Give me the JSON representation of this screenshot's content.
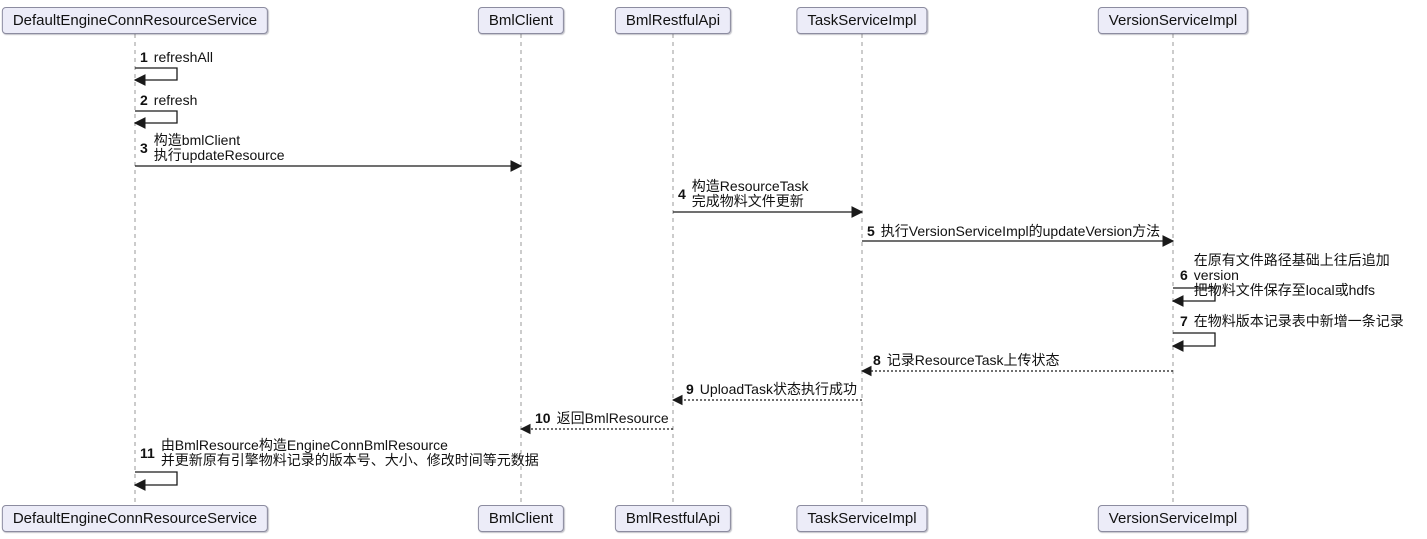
{
  "diagram": {
    "type": "sequence",
    "participants": [
      {
        "name": "DefaultEngineConnResourceService"
      },
      {
        "name": "BmlClient"
      },
      {
        "name": "BmlRestfulApi"
      },
      {
        "name": "TaskServiceImpl"
      },
      {
        "name": "VersionServiceImpl"
      }
    ],
    "messages": [
      {
        "num": "1",
        "text": "refreshAll",
        "from": "DefaultEngineConnResourceService",
        "to": "DefaultEngineConnResourceService",
        "line": "solid-self"
      },
      {
        "num": "2",
        "text": "refresh",
        "from": "DefaultEngineConnResourceService",
        "to": "DefaultEngineConnResourceService",
        "line": "solid-self"
      },
      {
        "num": "3",
        "text": "构造bmlClient\n执行updateResource",
        "from": "DefaultEngineConnResourceService",
        "to": "BmlClient",
        "line": "solid"
      },
      {
        "num": "4",
        "text": "构造ResourceTask\n完成物料文件更新",
        "from": "BmlRestfulApi",
        "to": "TaskServiceImpl",
        "line": "solid"
      },
      {
        "num": "5",
        "text": "执行VersionServiceImpl的updateVersion方法",
        "from": "TaskServiceImpl",
        "to": "VersionServiceImpl",
        "line": "solid"
      },
      {
        "num": "6",
        "text": "在原有文件路径基础上往后追加version\n把物料文件保存至local或hdfs",
        "from": "VersionServiceImpl",
        "to": "VersionServiceImpl",
        "line": "solid-self"
      },
      {
        "num": "7",
        "text": "在物料版本记录表中新增一条记录",
        "from": "VersionServiceImpl",
        "to": "VersionServiceImpl",
        "line": "solid-self"
      },
      {
        "num": "8",
        "text": "记录ResourceTask上传状态",
        "from": "VersionServiceImpl",
        "to": "TaskServiceImpl",
        "line": "dotted"
      },
      {
        "num": "9",
        "text": "UploadTask状态执行成功",
        "from": "TaskServiceImpl",
        "to": "BmlRestfulApi",
        "line": "dotted"
      },
      {
        "num": "10",
        "text": "返回BmlResource",
        "from": "BmlRestfulApi",
        "to": "BmlClient",
        "line": "dotted"
      },
      {
        "num": "11",
        "text": "由BmlResource构造EngineConnBmlResource\n并更新原有引擎物料记录的版本号、大小、修改时间等元数据",
        "from": "DefaultEngineConnResourceService",
        "to": "DefaultEngineConnResourceService",
        "line": "solid-self"
      }
    ],
    "colors": {
      "participant_fill": "#ECECF8",
      "participant_border": "#8C8CA0",
      "lifeline": "#999999",
      "arrow": "#1A1A1A",
      "text": "#111111"
    }
  }
}
